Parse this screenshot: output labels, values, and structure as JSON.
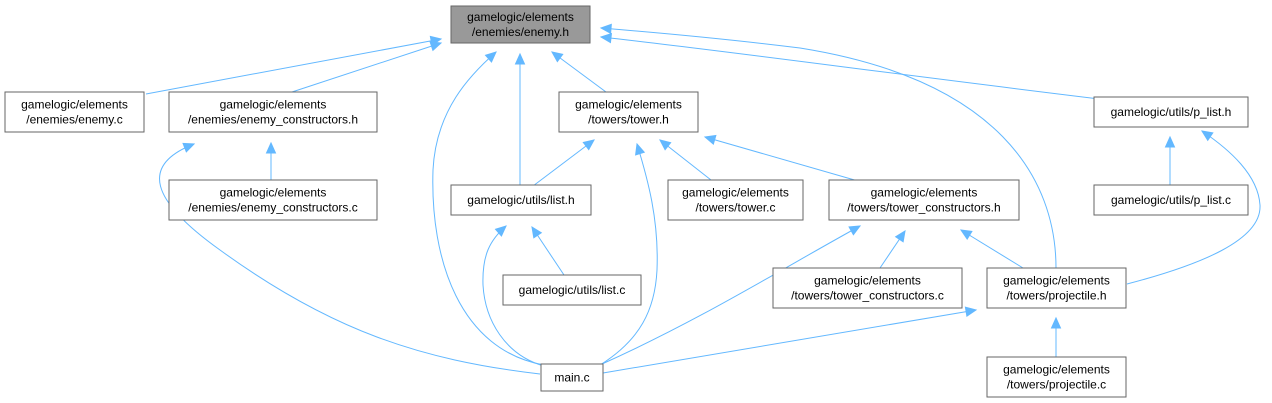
{
  "colors": {
    "edge": "#63b8ff",
    "node_border": "#666666",
    "root_fill": "#999999",
    "node_fill": "#ffffff"
  },
  "nodes": {
    "enemy_h": {
      "lines": [
        "gamelogic/elements",
        "/enemies/enemy.h"
      ],
      "root": true
    },
    "enemy_c": {
      "lines": [
        "gamelogic/elements",
        "/enemies/enemy.c"
      ]
    },
    "enemy_constructors_h": {
      "lines": [
        "gamelogic/elements",
        "/enemies/enemy_constructors.h"
      ]
    },
    "enemy_constructors_c": {
      "lines": [
        "gamelogic/elements",
        "/enemies/enemy_constructors.c"
      ]
    },
    "tower_h": {
      "lines": [
        "gamelogic/elements",
        "/towers/tower.h"
      ]
    },
    "list_h": {
      "lines": [
        "gamelogic/utils/list.h"
      ]
    },
    "list_c": {
      "lines": [
        "gamelogic/utils/list.c"
      ]
    },
    "tower_c": {
      "lines": [
        "gamelogic/elements",
        "/towers/tower.c"
      ]
    },
    "tower_constructors_h": {
      "lines": [
        "gamelogic/elements",
        "/towers/tower_constructors.h"
      ]
    },
    "tower_constructors_c": {
      "lines": [
        "gamelogic/elements",
        "/towers/tower_constructors.c"
      ]
    },
    "projectile_h": {
      "lines": [
        "gamelogic/elements",
        "/towers/projectile.h"
      ]
    },
    "projectile_c": {
      "lines": [
        "gamelogic/elements",
        "/towers/projectile.c"
      ]
    },
    "p_list_h": {
      "lines": [
        "gamelogic/utils/p_list.h"
      ]
    },
    "p_list_c": {
      "lines": [
        "gamelogic/utils/p_list.c"
      ]
    },
    "main_c": {
      "lines": [
        "main.c"
      ]
    }
  },
  "edges": [
    [
      "enemy_c",
      "enemy_h"
    ],
    [
      "enemy_constructors_h",
      "enemy_h"
    ],
    [
      "main_c",
      "enemy_h"
    ],
    [
      "list_h",
      "enemy_h"
    ],
    [
      "tower_h",
      "enemy_h"
    ],
    [
      "projectile_h",
      "enemy_h"
    ],
    [
      "p_list_h",
      "enemy_h"
    ],
    [
      "enemy_constructors_c",
      "enemy_constructors_h"
    ],
    [
      "main_c",
      "enemy_constructors_h"
    ],
    [
      "list_h",
      "tower_h"
    ],
    [
      "main_c",
      "tower_h"
    ],
    [
      "tower_c",
      "tower_h"
    ],
    [
      "tower_constructors_h",
      "tower_h"
    ],
    [
      "list_c",
      "list_h"
    ],
    [
      "main_c",
      "list_h"
    ],
    [
      "tower_constructors_c",
      "tower_constructors_h"
    ],
    [
      "projectile_h",
      "tower_constructors_h"
    ],
    [
      "main_c",
      "tower_constructors_h"
    ],
    [
      "projectile_c",
      "projectile_h"
    ],
    [
      "main_c",
      "projectile_h"
    ],
    [
      "p_list_c",
      "p_list_h"
    ],
    [
      "projectile_h",
      "p_list_h"
    ]
  ]
}
